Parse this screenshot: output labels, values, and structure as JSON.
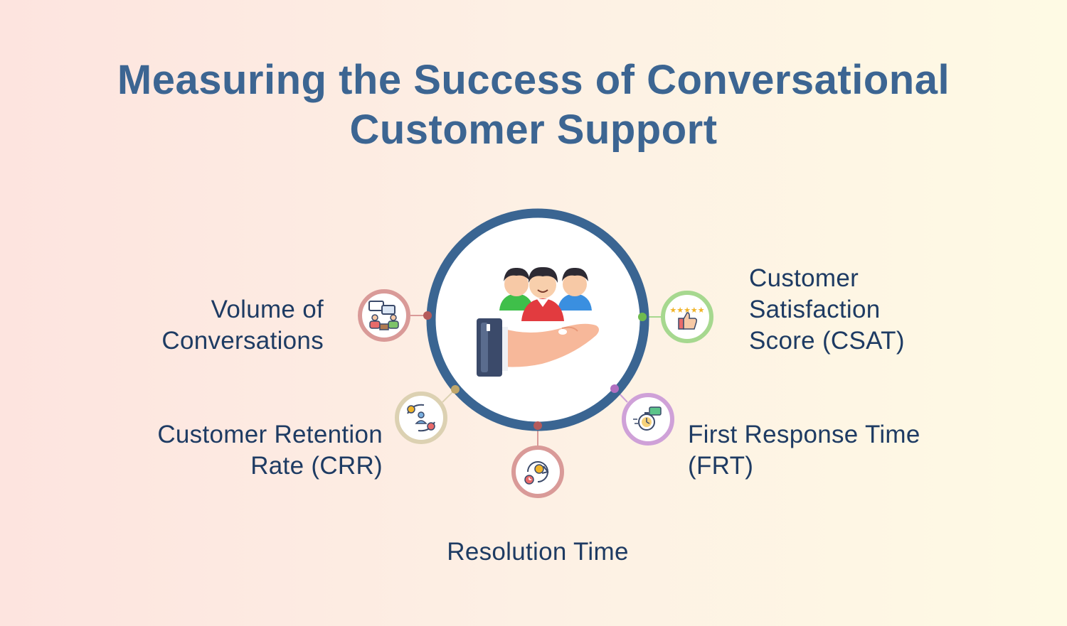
{
  "title": {
    "line1": "Measuring the Success of Conversational",
    "line2": "Customer Support"
  },
  "center": {
    "icon": "customer-support-hand-icon"
  },
  "metrics": [
    {
      "id": "volume",
      "lines": [
        "Volume of",
        "Conversations"
      ],
      "icon": "conversation-meeting-icon",
      "ring_color": "#d99a98",
      "dot_color": "#b55a5a"
    },
    {
      "id": "csat",
      "lines": [
        "Customer",
        "Satisfaction",
        "Score (CSAT)"
      ],
      "icon": "thumbs-up-stars-icon",
      "ring_color": "#a6d88f",
      "dot_color": "#6fbb4f"
    },
    {
      "id": "crr",
      "lines": [
        "Customer Retention",
        "Rate (CRR)"
      ],
      "icon": "hands-retention-icon",
      "ring_color": "#dcd1b2",
      "dot_color": "#bfa66a"
    },
    {
      "id": "frt",
      "lines": [
        "First Response Time",
        "(FRT)"
      ],
      "icon": "stopwatch-chat-icon",
      "ring_color": "#cfa1d8",
      "dot_color": "#b06fc0"
    },
    {
      "id": "resolution",
      "lines": [
        "Resolution Time"
      ],
      "icon": "money-clock-cycle-icon",
      "ring_color": "#d99a98",
      "dot_color": "#b55a5a"
    }
  ],
  "colors": {
    "title": "#3c6592",
    "text": "#1e3b63",
    "main_ring": "#3a6592"
  }
}
